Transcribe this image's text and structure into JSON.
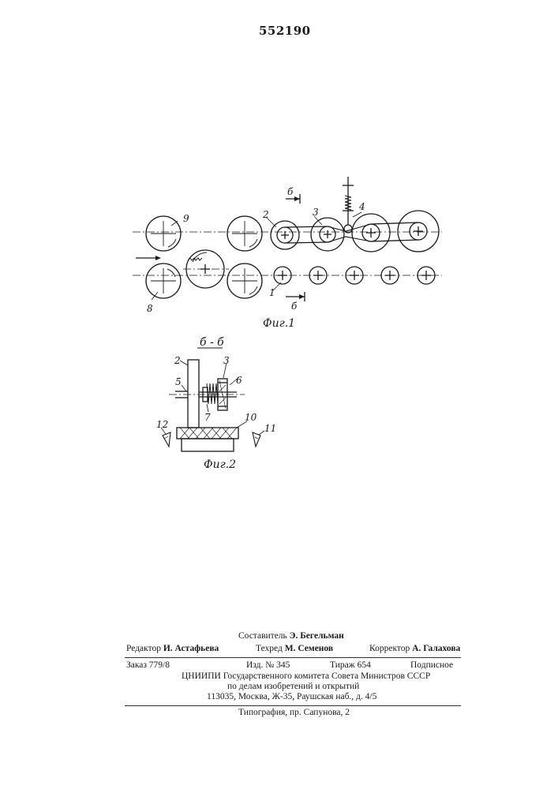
{
  "header": {
    "patent_number": "552190"
  },
  "figure1": {
    "caption": "Фиг.1",
    "labels": {
      "l1": "1",
      "l2": "2",
      "l3": "3",
      "l4": "4",
      "l8": "8",
      "l9": "9",
      "sec_a": "б",
      "sec_b": "б"
    }
  },
  "figure2": {
    "title": "б - б",
    "caption": "Фиг.2",
    "labels": {
      "l2": "2",
      "l3": "3",
      "l5": "5",
      "l6": "6",
      "l7": "7",
      "l10": "10",
      "l11": "11",
      "l12": "12"
    }
  },
  "credits": {
    "compiler_role": "Составитель",
    "compiler_name": "Э. Бегельман",
    "editor_role": "Редактор",
    "editor_name": "И. Астафьева",
    "techred_role": "Техред",
    "techred_name": "М. Семенов",
    "corrector_role": "Корректор",
    "corrector_name": "А. Галахова"
  },
  "print_info": {
    "order": "Заказ 779/8",
    "edition": "Изд. № 345",
    "circulation": "Тираж 654",
    "subscription": "Подписное",
    "org_line1": "ЦНИИПИ Государственного комитета Совета Министров СССР",
    "org_line2": "по делам изобретений и открытий",
    "address": "113035, Москва, Ж-35, Раушская наб., д. 4/5",
    "printer": "Типография, пр. Сапунова, 2"
  }
}
